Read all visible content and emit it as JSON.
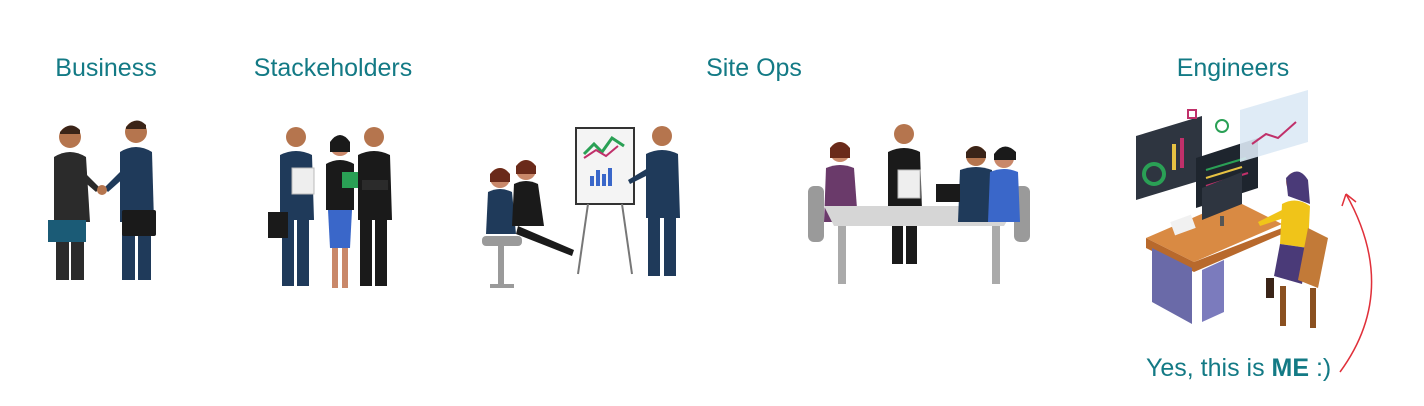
{
  "groups": [
    {
      "label": "Business",
      "icon": "handshake-illustration"
    },
    {
      "label": "Stackeholders",
      "icon": "team-standing-illustration"
    },
    {
      "label": "Site Ops",
      "icon": "presentation-and-meeting-illustration"
    },
    {
      "label": "Engineers",
      "icon": "developer-workstation-illustration"
    }
  ],
  "caption": {
    "prefix": "Yes, this is ",
    "emphasis": "ME",
    "suffix": " :)"
  },
  "colors": {
    "accent": "#137a85",
    "arrow": "#e0303a",
    "suit": "#1f3a5a",
    "desk": "#d98a43"
  }
}
